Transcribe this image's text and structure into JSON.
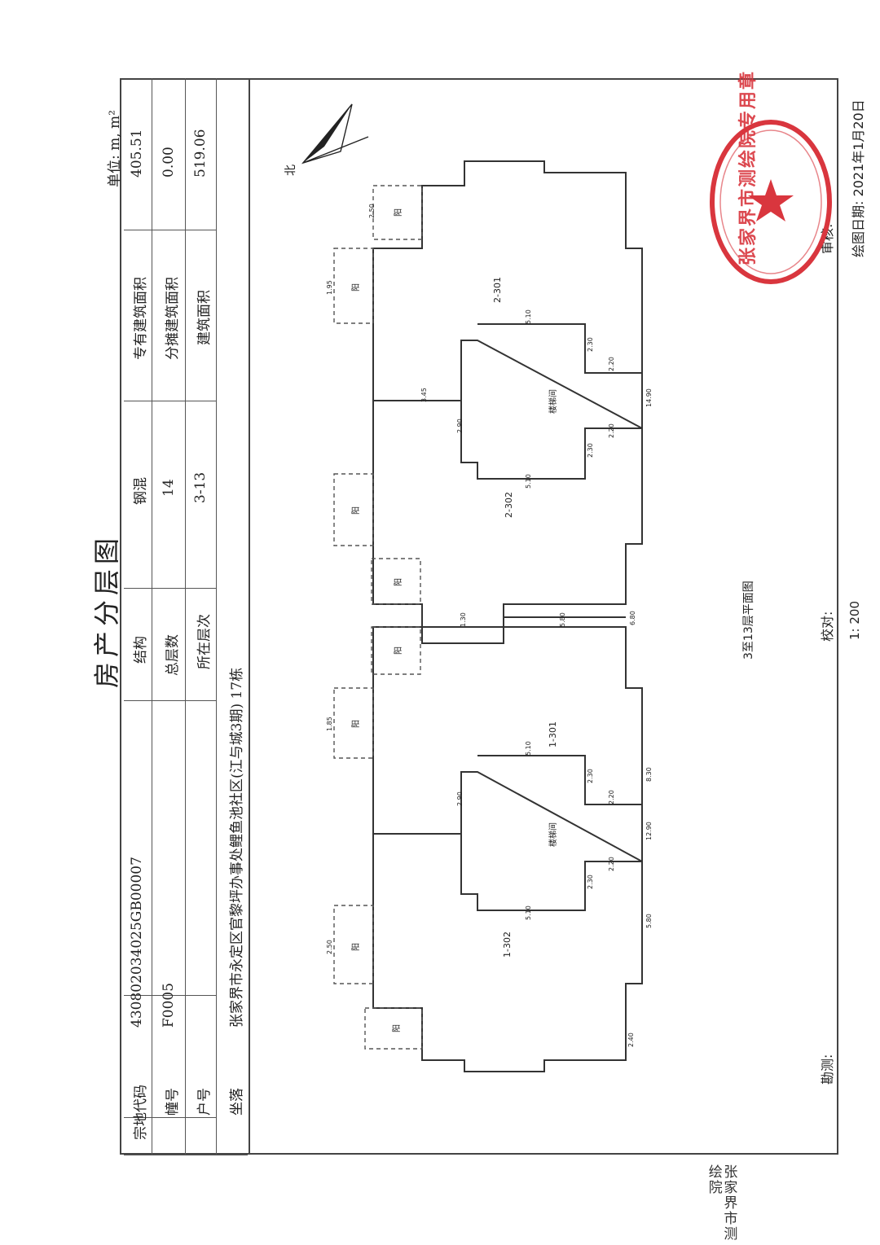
{
  "title": "房产分层图",
  "unit": "单位: m, m²",
  "table": {
    "zongdi_label": "宗地代码",
    "zongdi_value": "430802034025GB00007",
    "jiegou_label": "结构",
    "jiegou_value": "钢混",
    "zhuanyou_label": "专有建筑面积",
    "zhuanyou_value": "405.51",
    "zhuang_label": "幢号",
    "zhuang_value": "F0005",
    "zongceng_label": "总层数",
    "zongceng_value": "14",
    "fentan_label": "分摊建筑面积",
    "fentan_value": "0.00",
    "hu_label": "户号",
    "hu_value": "",
    "suozai_label": "所在层次",
    "suozai_value": "3-13",
    "jianzhu_label": "建筑面积",
    "jianzhu_value": "519.06",
    "zuoluo_label": "坐落",
    "zuoluo_value": "张家界市永定区官黎坪办事处鲤鱼池社区(江与城3期) 17栋"
  },
  "plan": {
    "north": "北",
    "caption": "3至13层平面图",
    "scale": "1: 200",
    "rooms": [
      "2-301",
      "2-302",
      "1-301",
      "1-302"
    ],
    "stair": "楼梯间",
    "balcony": "阳",
    "dims": {
      "d510": "5.10",
      "d345": "3.45",
      "d290": "2.90",
      "d230": "2.30",
      "d220": "2.20",
      "d1490": "14.90",
      "d1290": "12.90",
      "d580": "5.80",
      "d830": "8.30",
      "d680": "6.80",
      "d250": "2.50",
      "d195": "1.95",
      "d130": "1.30",
      "d185": "1.85",
      "d240": "2.40"
    }
  },
  "footer": {
    "kance": "勘测:",
    "jiaodui": "校对:",
    "shenhe": "审核:",
    "date": "绘图日期: 2021年1月20日"
  },
  "seal": {
    "text": "张家界市测绘院专用章"
  },
  "side_org": "张家界市测绘院",
  "colors": {
    "seal": "#d9363e",
    "line": "#333333",
    "dash": "#555555"
  }
}
